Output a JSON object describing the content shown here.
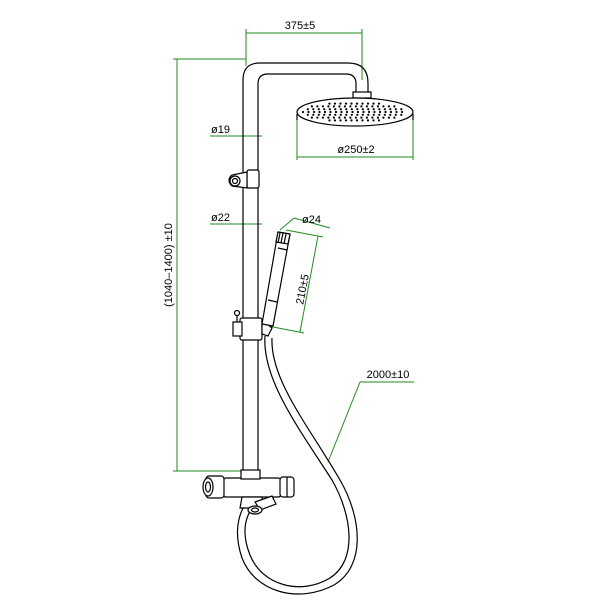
{
  "dimensions": {
    "top_width": "375±5",
    "diameter_19": "ø19",
    "diameter_22": "ø22",
    "diameter_24": "ø24",
    "head_diameter": "ø250±2",
    "height_range": "(1040–1400) ±10",
    "hand_shower_length": "210±5",
    "hose_length": "2000±10"
  },
  "colors": {
    "dimension_lines": "#1f8a1f",
    "drawing_lines": "#000000",
    "background": "#ffffff"
  }
}
